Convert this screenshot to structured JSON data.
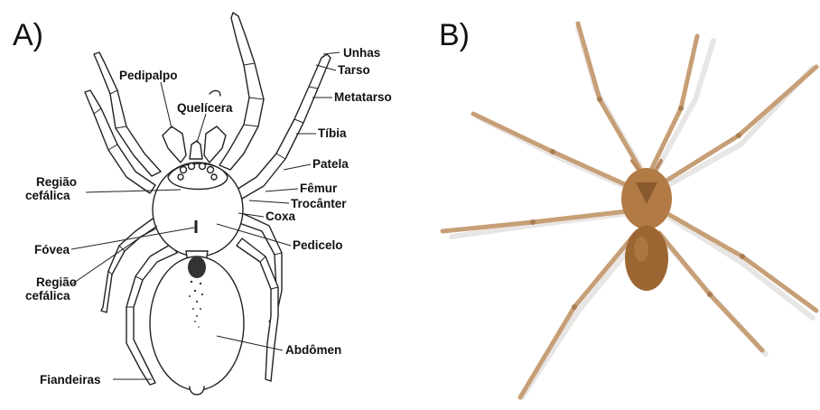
{
  "panels": {
    "a": {
      "letter": "A)"
    },
    "b": {
      "letter": "B)"
    }
  },
  "labels": {
    "pedipalpo": "Pedipalpo",
    "quelicera": "Quelícera",
    "regiao_cefalica_1a": "Região",
    "regiao_cefalica_1b": "cefálica",
    "fovea": "Fóvea",
    "regiao_cefalica_2a": "Região",
    "regiao_cefalica_2b": "cefálica",
    "fiandeiras": "Fiandeiras",
    "unhas": "Unhas",
    "tarso": "Tarso",
    "metatarso": "Metatarso",
    "tibia": "Tíbia",
    "patela": "Patela",
    "femur": "Fêmur",
    "trocanter": "Trocânter",
    "coxa": "Coxa",
    "pedicelo": "Pedicelo",
    "abdomen": "Abdômen"
  },
  "colors": {
    "spider_leg": "#c9a27a",
    "spider_leg_dark": "#a97c52",
    "spider_body": "#a8713f",
    "spider_abdomen": "#9b6737",
    "shadow": "#e6e4e2"
  }
}
